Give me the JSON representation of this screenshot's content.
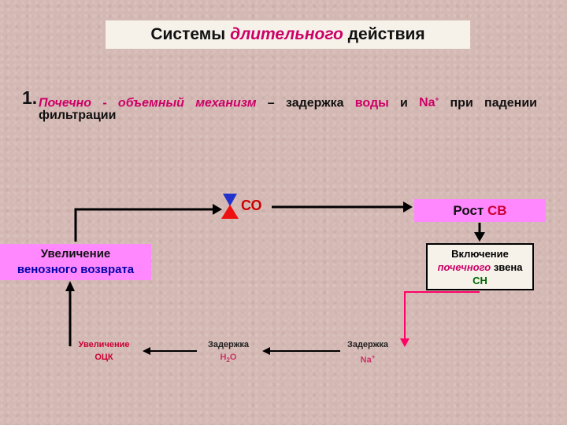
{
  "title": {
    "prefix": "Системы ",
    "accent": "длительного",
    "suffix": " действия"
  },
  "point": {
    "number": "1.",
    "mechanism": "Почечно - объемный механизм",
    "dash": " – задержка ",
    "water": "воды",
    "and": " и ",
    "na": "Na",
    "na_sup": "+",
    "rest1": " при падении",
    "line2": "фильтрации"
  },
  "nodes": {
    "venous_return": {
      "line1": "Увеличение",
      "line2": "венозного возврата"
    },
    "co": "СО",
    "rost_sv": {
      "prefix": "Рост ",
      "accent": "СВ"
    },
    "inclusion": {
      "line1": "Включение",
      "ren_word": "почечного",
      "link_word": " звена",
      "sn": "СН"
    },
    "na_delay": {
      "line1": "Задержка",
      "line2": "Na",
      "line2_sup": "+"
    },
    "h2o_delay": {
      "line1": "Задержка",
      "h": "H",
      "sub": "2",
      "o": "O"
    },
    "ock_increase": {
      "line1": "Увеличение",
      "line2": "ОЦК"
    }
  },
  "colors": {
    "background": "#d4b8b3",
    "accent_pink": "#cc0066",
    "box_pink": "#ff88ff",
    "triangle_red": "#ee1111",
    "triangle_blue": "#2233cc",
    "magenta_arrow": "#ff0066"
  },
  "icons": {
    "co_indicator": "up-down-triangle-icon"
  }
}
